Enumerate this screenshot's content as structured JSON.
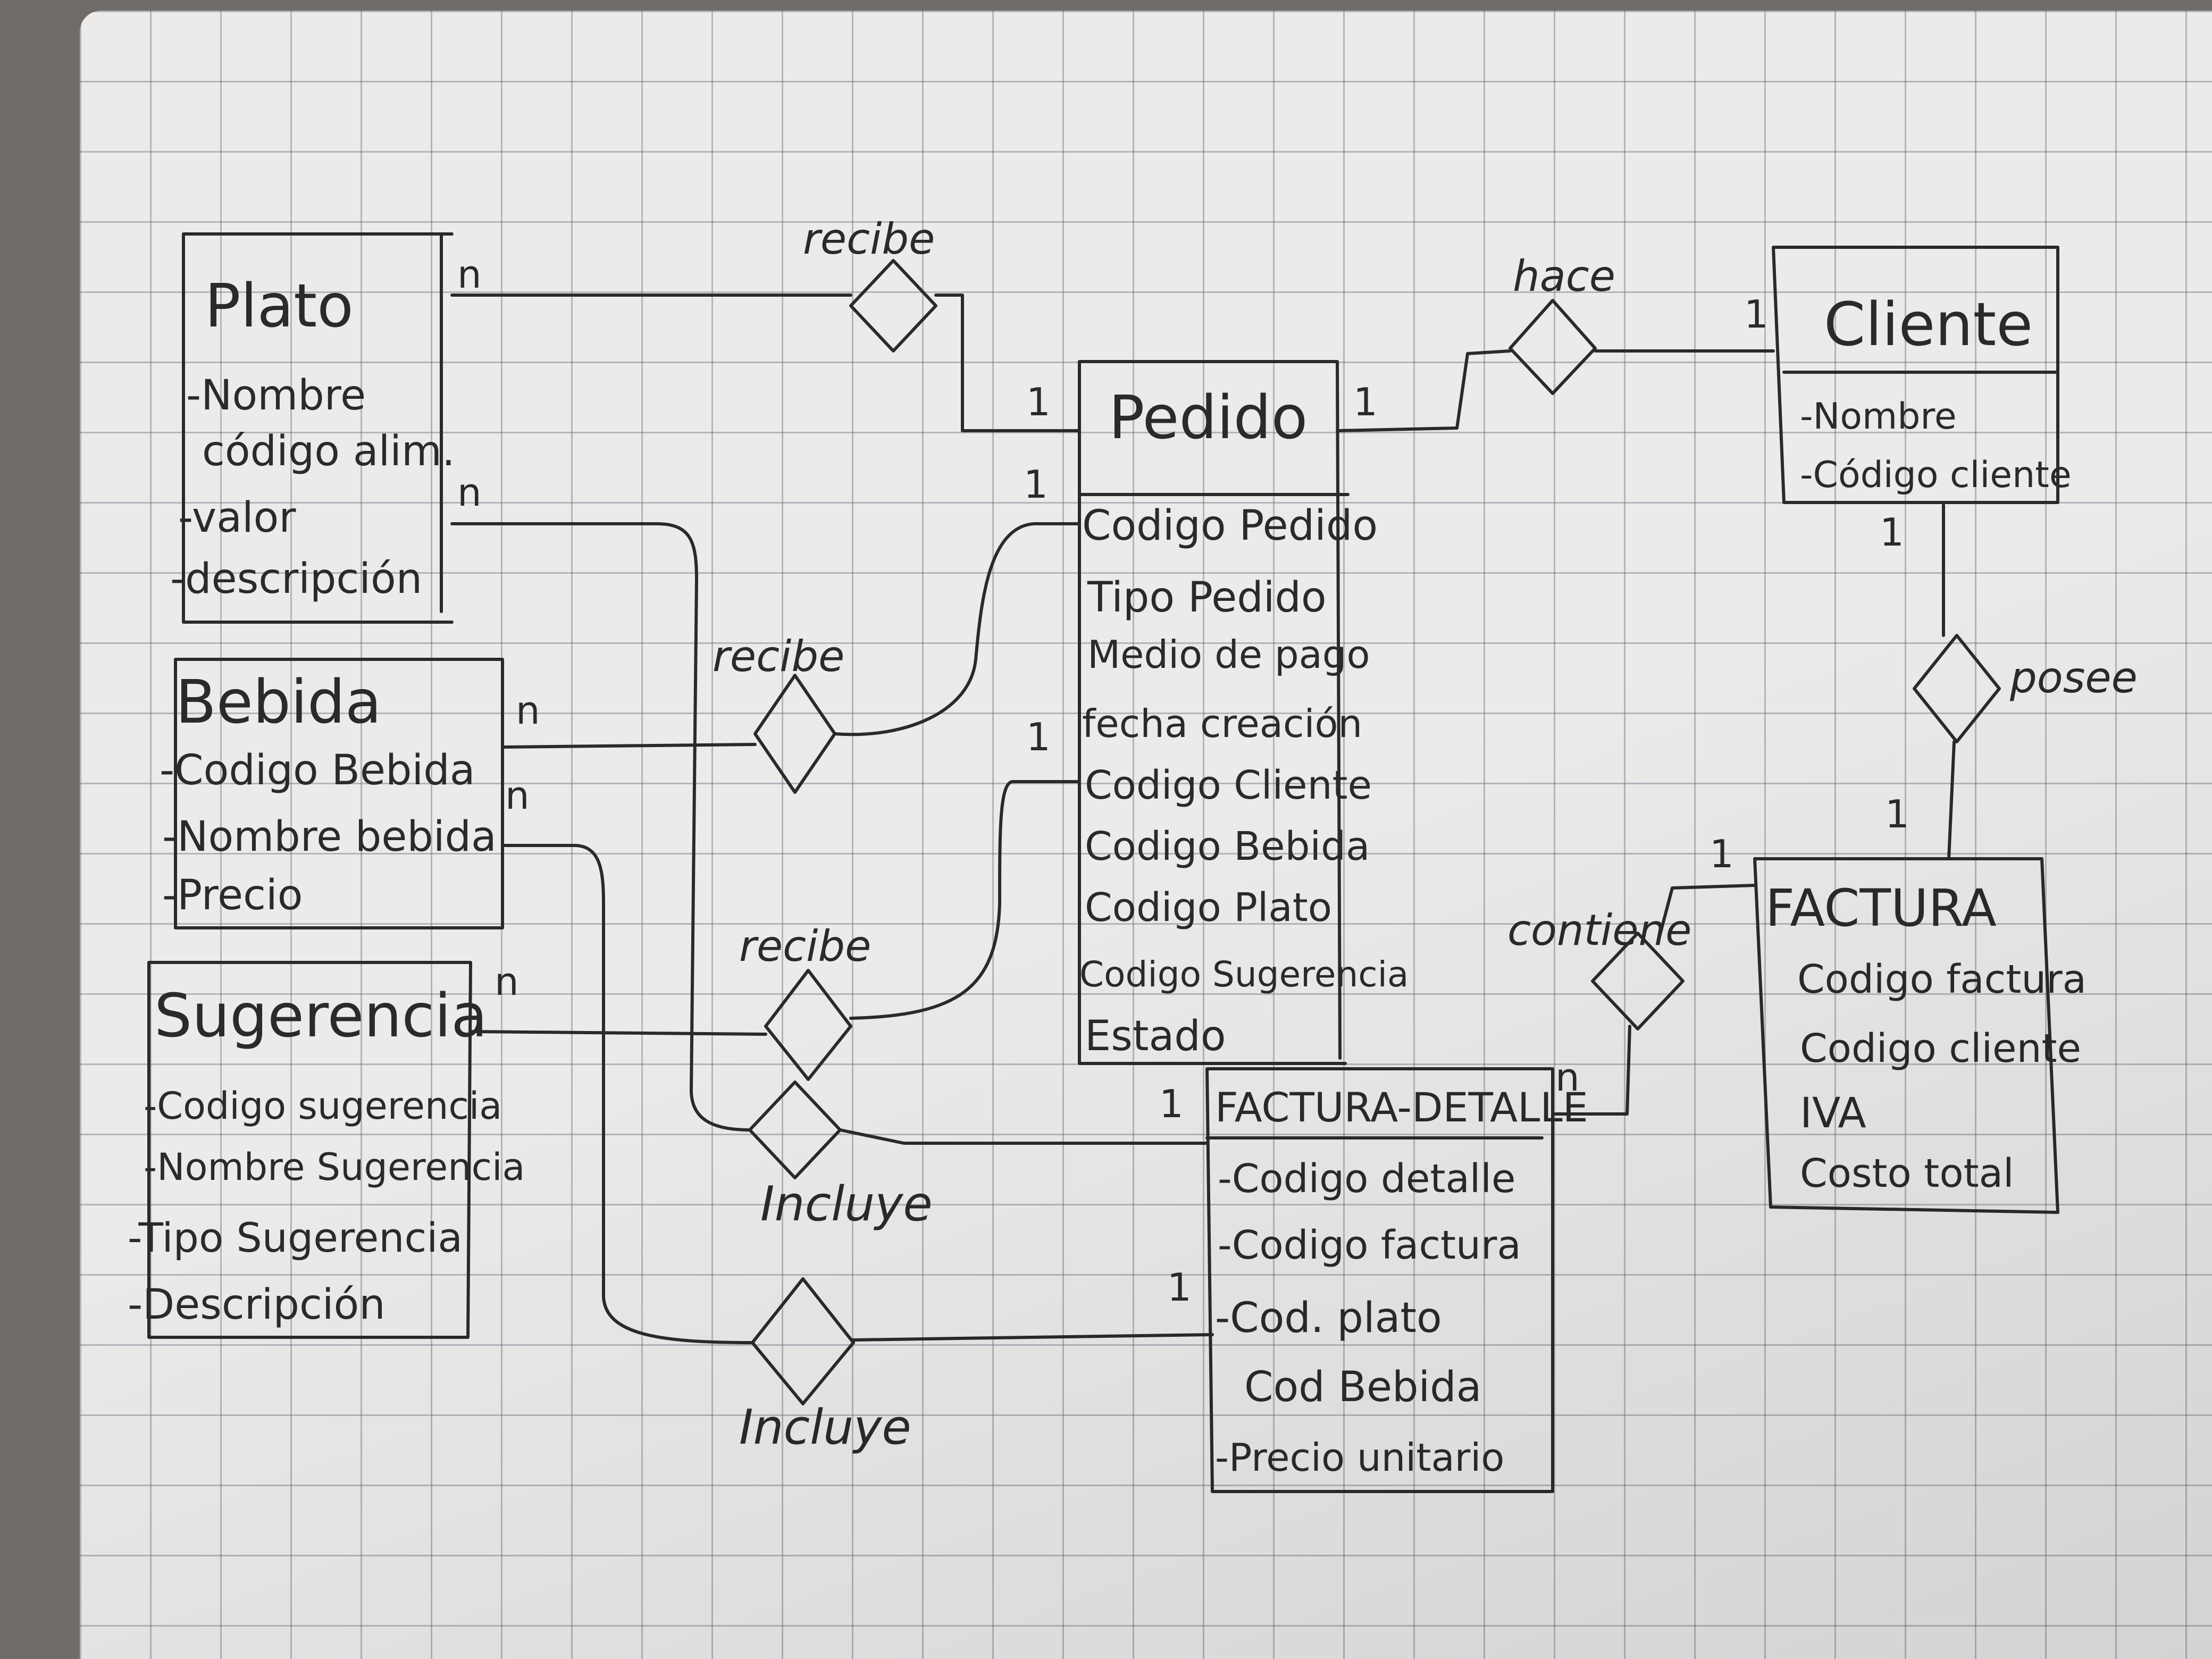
{
  "entities": {
    "plato": {
      "title": "Plato",
      "attributes": [
        "-Nombre",
        "código alim.",
        "-valor",
        "-descripción"
      ]
    },
    "bebida": {
      "title": "Bebida",
      "attributes": [
        "-Codigo Bebida",
        "-Nombre bebida",
        "-Precio"
      ]
    },
    "sugerencia": {
      "title": "Sugerencia",
      "attributes": [
        "-Codigo sugerencia",
        "-Nombre Sugerencia",
        "-Tipo Sugerencia",
        "-Descripción"
      ]
    },
    "pedido": {
      "title": "Pedido",
      "attributes": [
        "Codigo Pedido",
        "Tipo Pedido",
        "Medio de pago",
        "fecha creación",
        "Codigo Cliente",
        "Codigo Bebida",
        "Codigo Plato",
        "Codigo Sugerencia",
        "Estado"
      ]
    },
    "cliente": {
      "title": "Cliente",
      "attributes": [
        "-Nombre",
        "-Código cliente"
      ]
    },
    "factura": {
      "title": "FACTURA",
      "attributes": [
        "Codigo factura",
        "Codigo cliente",
        "IVA",
        "Costo total"
      ]
    },
    "factura_detalle": {
      "title": "FACTURA-DETALLE",
      "attributes": [
        "-Codigo detalle",
        "-Codigo factura",
        "-Cod. plato",
        "Cod Bebida",
        "-Precio unitario"
      ]
    }
  },
  "relationships": {
    "recibe_plato": "recibe",
    "recibe_bebida": "recibe",
    "recibe_sugerencia": "recibe",
    "hace": "hace",
    "posee": "posee",
    "contiene": "contiene",
    "incluye_1": "Incluye",
    "incluye_2": "Incluye"
  },
  "cardinality": {
    "plato_recibe": "n",
    "plato_incluye": "n",
    "bebida_recibe": "n",
    "bebida_incluye": "n",
    "sugerencia_recibe": "n",
    "pedido_recibe_plato": "1",
    "pedido_recibe_bebida": "1",
    "pedido_recibe_sugerencia": "1",
    "pedido_hace": "1",
    "cliente_hace": "1",
    "cliente_posee": "1",
    "factura_posee": "1",
    "factura_contiene": "1",
    "detalle_contiene": "n",
    "detalle_incluye_1": "1",
    "detalle_incluye_2": "1"
  },
  "colors": {
    "ink": "#2a2a2a",
    "paper": "#ecebea",
    "grid": "#9a9aa8",
    "desk": "#6f6c6a"
  }
}
